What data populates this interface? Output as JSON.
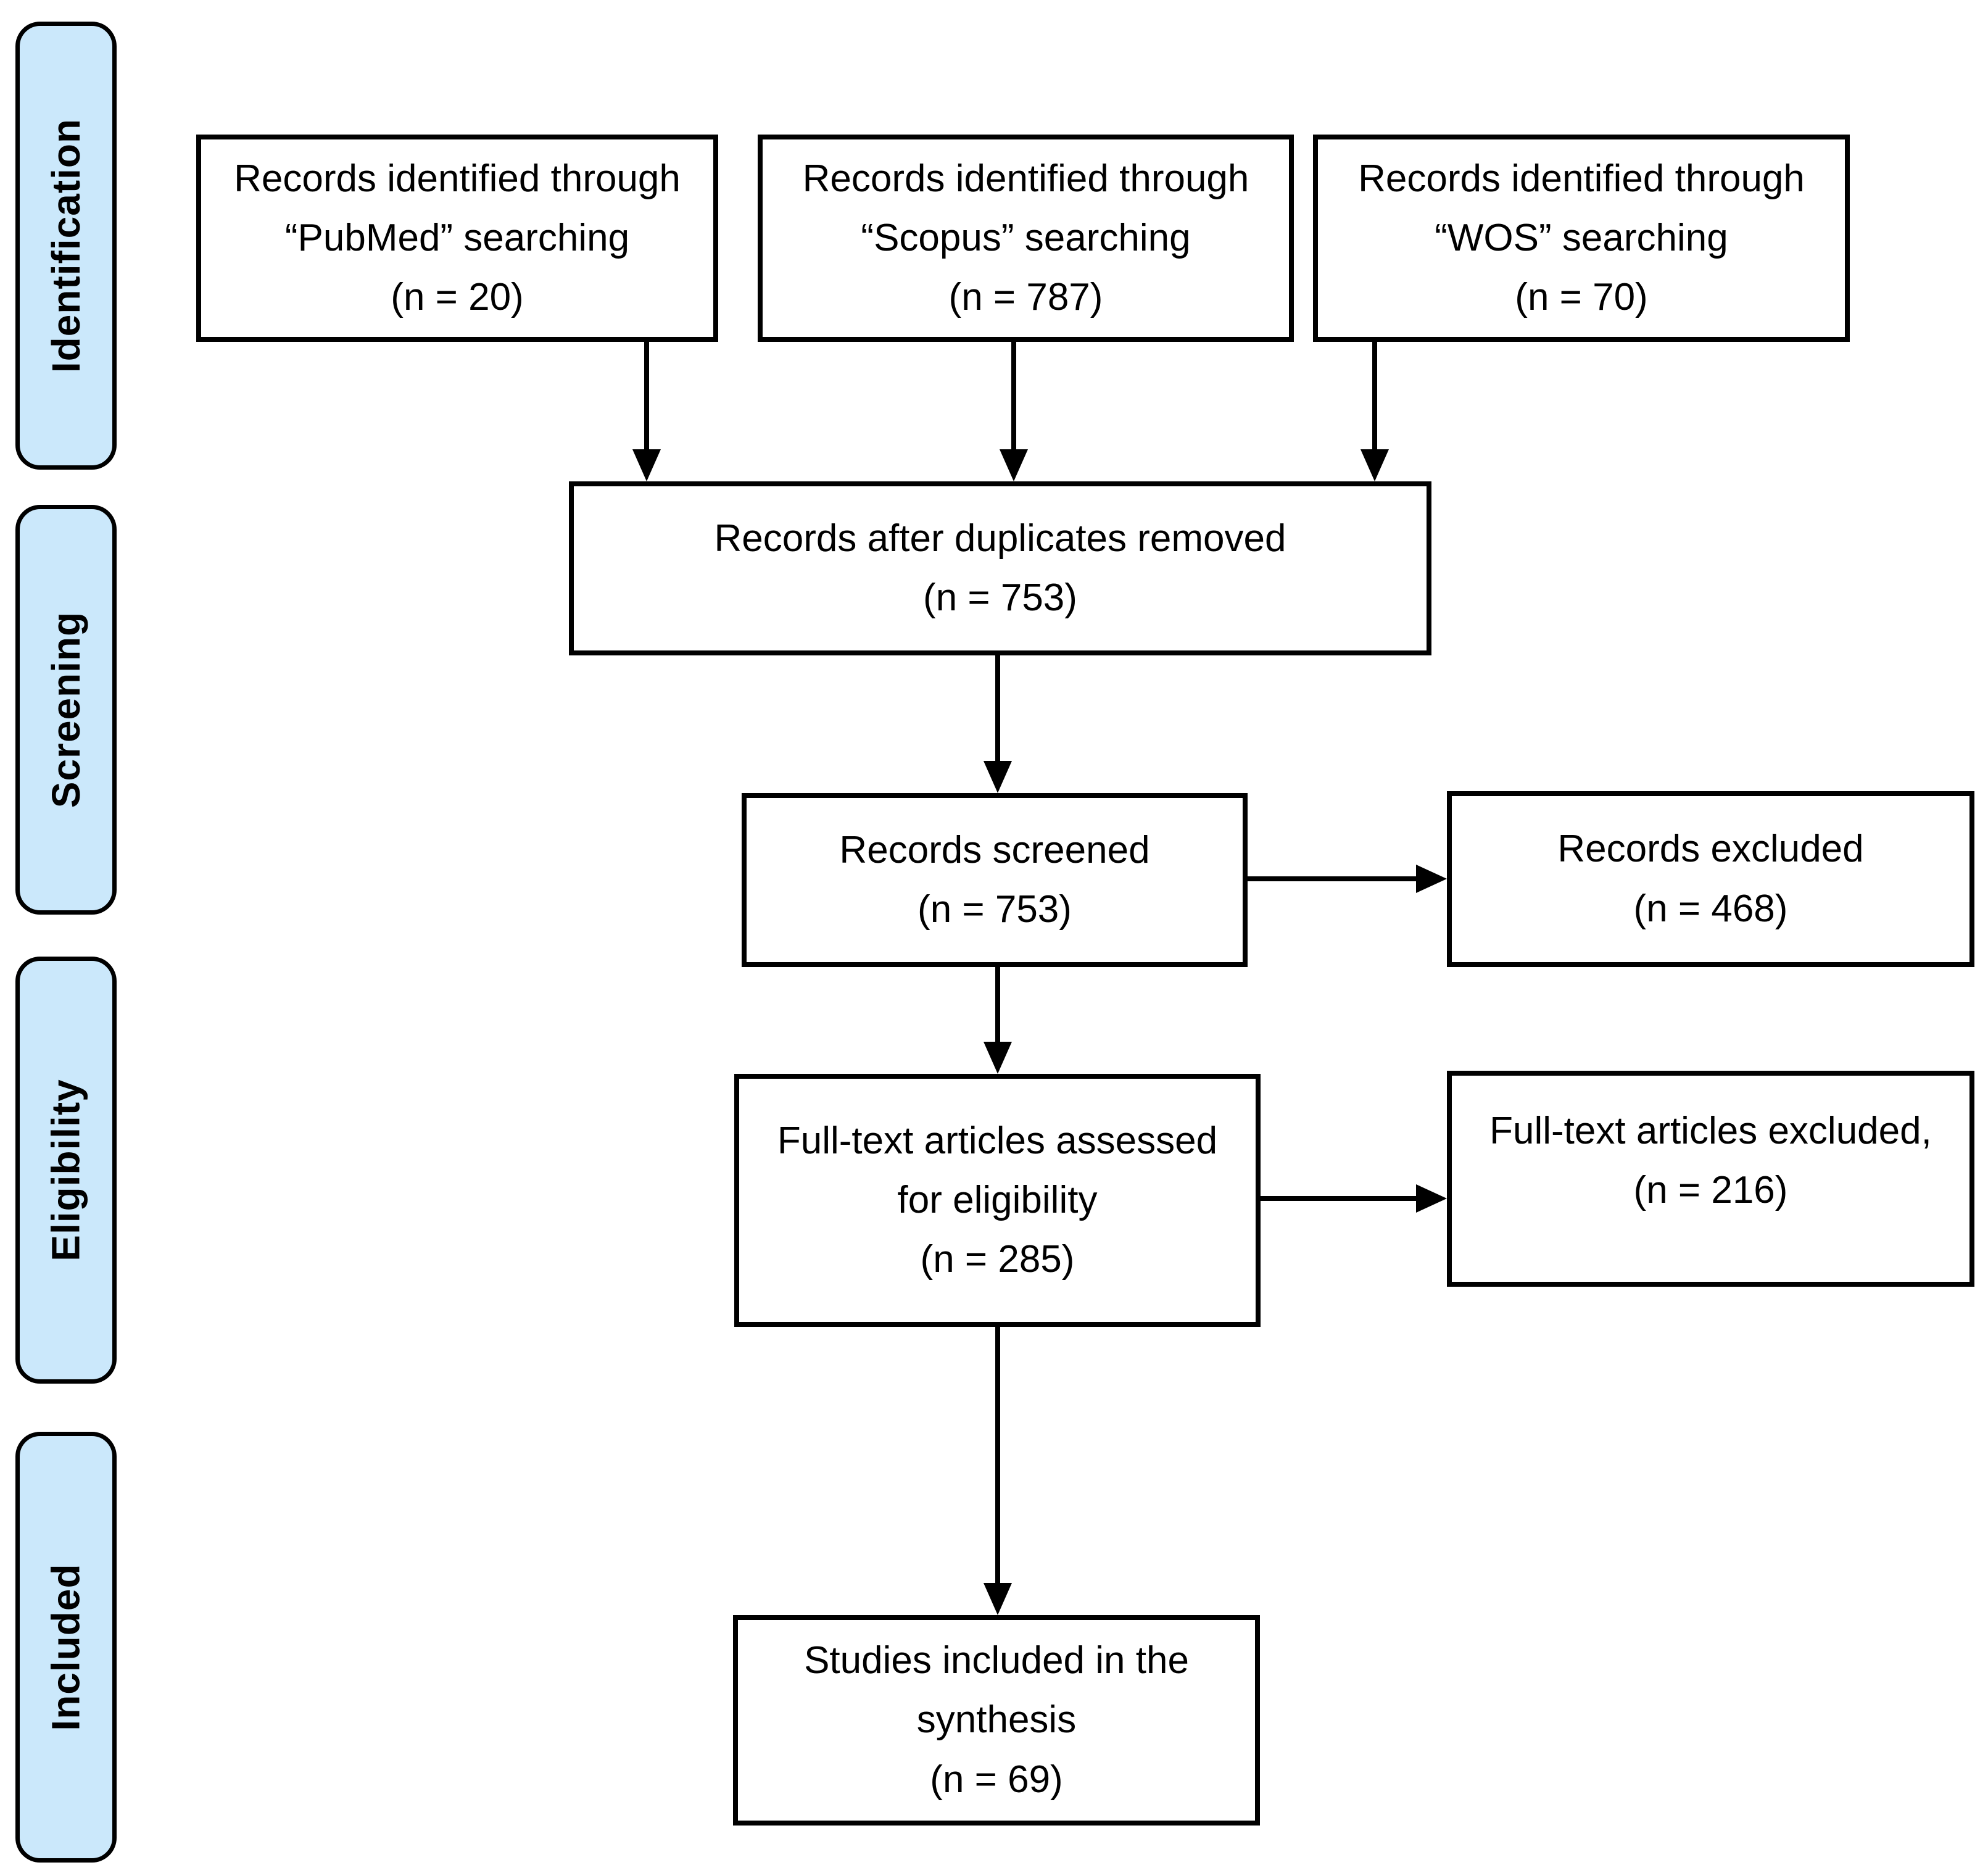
{
  "sidebar": {
    "stages": [
      {
        "label": "Identification"
      },
      {
        "label": "Screening"
      },
      {
        "label": "Eligibility"
      },
      {
        "label": "Included"
      }
    ]
  },
  "flow": {
    "sources": [
      {
        "id": "pubmed",
        "text": "Records identified through\n“PubMed” searching\n(n = 20)"
      },
      {
        "id": "scopus",
        "text": "Records identified through\n“Scopus” searching\n(n = 787)"
      },
      {
        "id": "wos",
        "text": "Records identified through\n“WOS” searching\n(n = 70)"
      }
    ],
    "duplicates_removed": {
      "text": "Records after duplicates removed\n(n = 753)"
    },
    "screened": {
      "text": "Records screened\n(n = 753)"
    },
    "records_excluded": {
      "text": "Records excluded\n(n = 468)"
    },
    "fulltext_assessed": {
      "text": "Full-text articles assessed\nfor eligibility\n(n = 285)"
    },
    "fulltext_excluded": {
      "text": "Full-text articles excluded,\n(n = 216)"
    },
    "included_synthesis": {
      "text": "Studies included in the\nsynthesis\n(n = 69)"
    }
  },
  "counts": {
    "pubmed": 20,
    "scopus": 787,
    "wos": 70,
    "after_duplicates_removed": 753,
    "screened": 753,
    "records_excluded": 468,
    "fulltext_assessed": 285,
    "fulltext_excluded": 216,
    "included_in_synthesis": 69
  },
  "colors": {
    "stage_fill": "#cbe8fb",
    "box_fill": "#ffffff",
    "line": "#000000"
  }
}
